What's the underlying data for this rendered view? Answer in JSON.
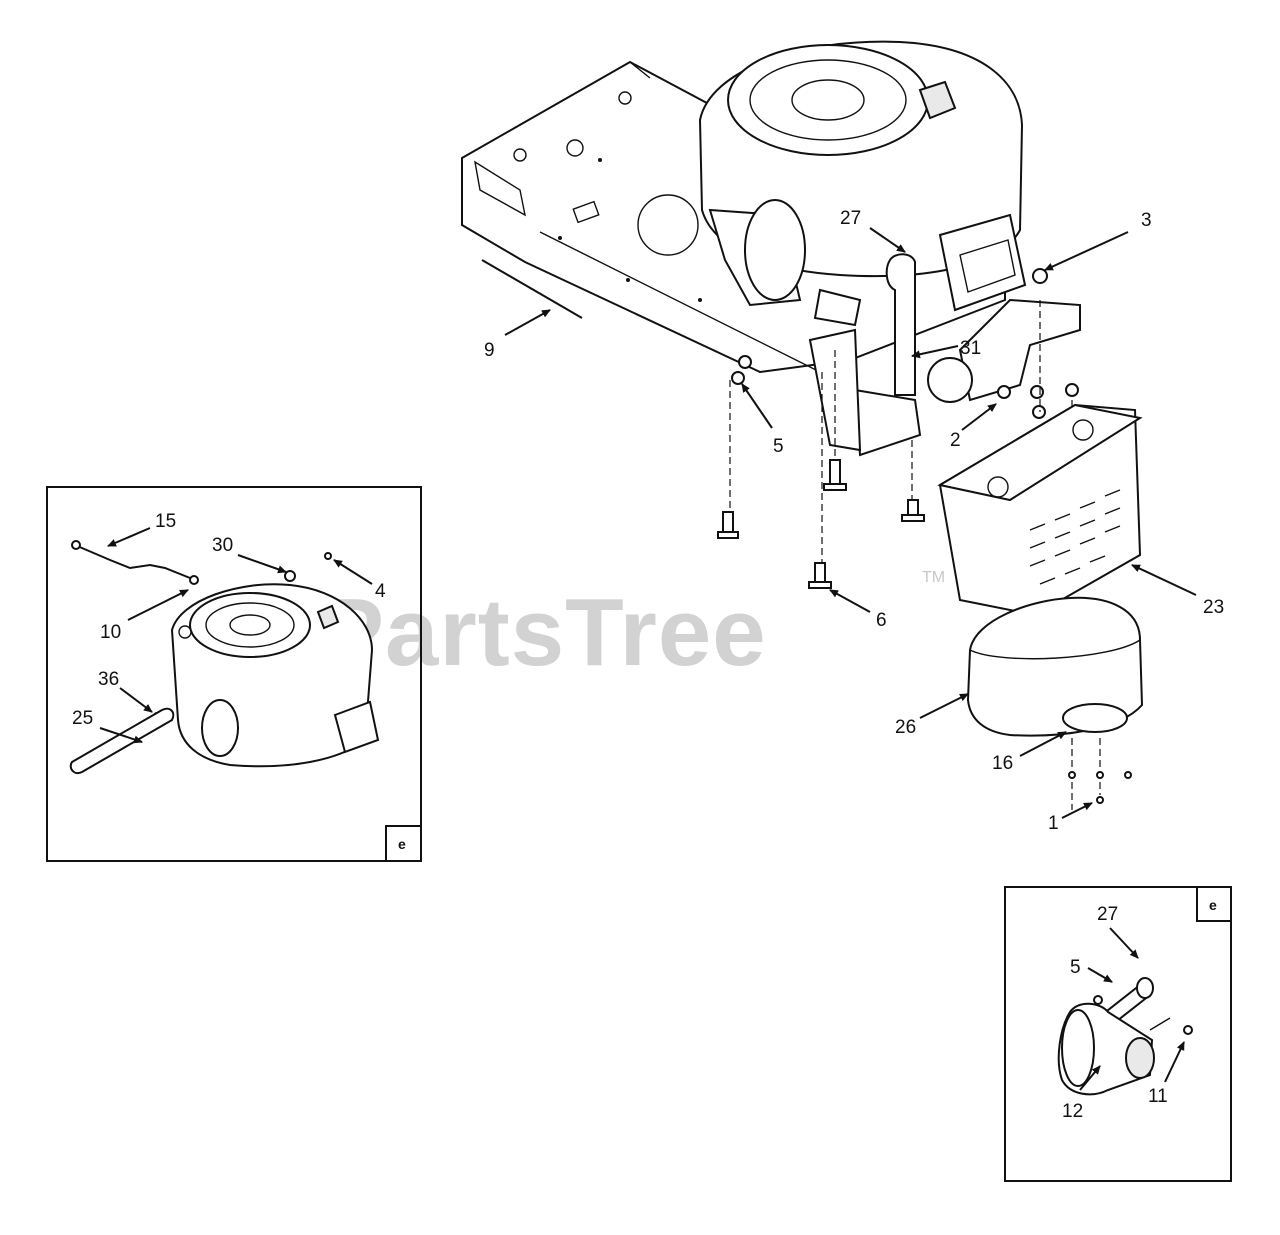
{
  "watermark": {
    "text": "PartsTree",
    "tm": "TM"
  },
  "main": {
    "callouts": [
      "27",
      "3",
      "9",
      "31",
      "5",
      "2",
      "6",
      "23",
      "26",
      "16",
      "1"
    ]
  },
  "inset_engine": {
    "tag": "e",
    "callouts": [
      "15",
      "30",
      "4",
      "10",
      "36",
      "25"
    ]
  },
  "inset_muffler": {
    "tag": "e",
    "callouts": [
      "27",
      "5",
      "12",
      "11"
    ]
  }
}
